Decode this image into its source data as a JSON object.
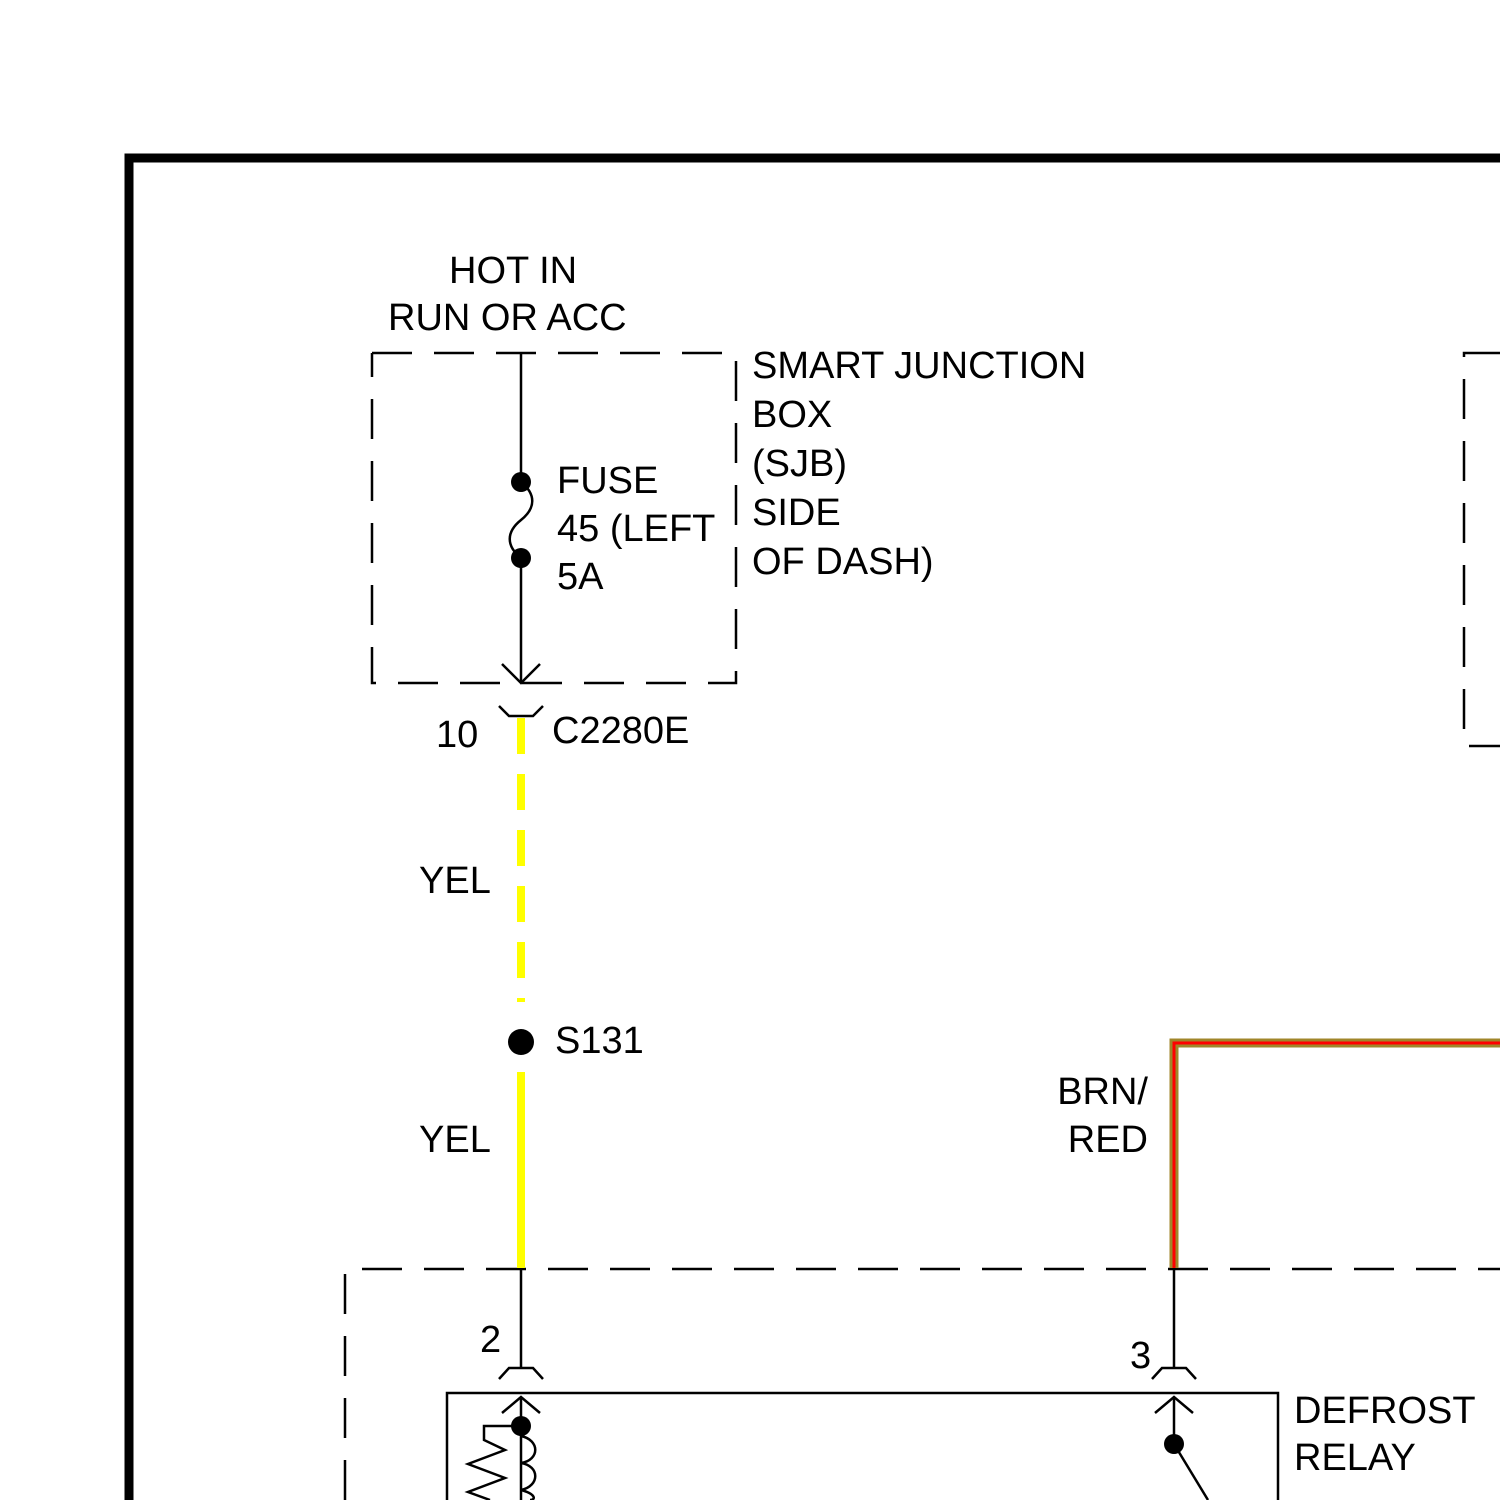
{
  "source_label": {
    "line1": "HOT IN",
    "line2": "RUN OR ACC"
  },
  "sjb": {
    "line1": "SMART JUNCTION",
    "line2": "BOX",
    "line3": "(SJB)",
    "line4": "SIDE",
    "line5": "OF DASH)"
  },
  "fuse": {
    "line1": "FUSE",
    "line2": "45 (LEFT",
    "line3": "5A"
  },
  "connector_top": {
    "pin": "10",
    "name": "C2280E"
  },
  "wires": {
    "yel_upper": "YEL",
    "yel_lower": "YEL",
    "brn_red_line1": "BRN/",
    "brn_red_line2": "RED"
  },
  "splice": {
    "name": "S131"
  },
  "relay": {
    "pin_left": "2",
    "pin_right": "3",
    "line1": "DEFROST",
    "line2": "RELAY"
  },
  "colors": {
    "yellow_wire": "#ffff00",
    "brown_wire": "#a0862a",
    "red_tracer": "#ff0000",
    "line": "#000000"
  }
}
